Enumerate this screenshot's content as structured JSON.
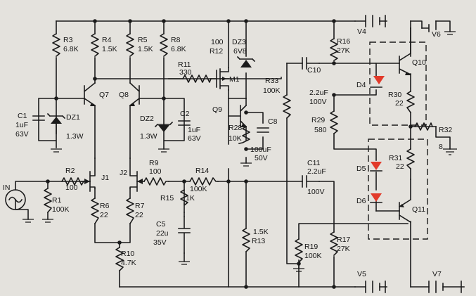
{
  "colors": {
    "background": "#e4e2dd",
    "ink": "#1b1b1b",
    "led": "#e23a2a"
  },
  "components": {
    "r1": {
      "name": "R1",
      "value": "100K"
    },
    "r2": {
      "name": "R2",
      "value": "100"
    },
    "r3": {
      "name": "R3",
      "value": "6.8K"
    },
    "r4": {
      "name": "R4",
      "value": "1.5K"
    },
    "r5": {
      "name": "R5",
      "value": "1.5K"
    },
    "r6": {
      "name": "R6",
      "value": "22"
    },
    "r7": {
      "name": "R7",
      "value": "22"
    },
    "r8": {
      "name": "R8",
      "value": "6.8K"
    },
    "r9": {
      "name": "R9",
      "value": "100"
    },
    "r10": {
      "name": "R10",
      "value": "4.7K"
    },
    "r11": {
      "name": "R11",
      "value": "330"
    },
    "r12": {
      "name": "R12",
      "value": "100"
    },
    "r13": {
      "name": "R13",
      "value": "1.5K"
    },
    "r14": {
      "name": "R14",
      "value": "100K"
    },
    "r15": {
      "name": "R15",
      "value": "1K"
    },
    "r16": {
      "name": "R16",
      "value": "27K"
    },
    "r17": {
      "name": "R17",
      "value": "27K"
    },
    "r19": {
      "name": "R19",
      "value": "100K"
    },
    "r28": {
      "name": "R28",
      "value": "10K"
    },
    "r29": {
      "name": "R29",
      "value": "580"
    },
    "r30": {
      "name": "R30",
      "value": "22"
    },
    "r31": {
      "name": "R31",
      "value": "22"
    },
    "r32": {
      "name": "R32",
      "value": "8"
    },
    "r33": {
      "name": "R33",
      "value": "100K"
    },
    "c1": {
      "name": "C1",
      "value": "1uF",
      "voltage": "63V"
    },
    "c2": {
      "name": "C2",
      "value": "1uF",
      "voltage": "63V"
    },
    "c5": {
      "name": "C5",
      "value": "22u",
      "voltage": "35V"
    },
    "c8": {
      "name": "C8",
      "value": "100uF",
      "voltage": "50V"
    },
    "c10": {
      "name": "C10",
      "value": "2.2uF",
      "voltage": "100V"
    },
    "c11": {
      "name": "C11",
      "value": "2.2uF",
      "voltage": "100V"
    },
    "dz1": {
      "name": "DZ1",
      "value": "1.3W"
    },
    "dz2": {
      "name": "DZ2",
      "value": "1.3W"
    },
    "dz3": {
      "name": "DZ3",
      "value": "6V8"
    },
    "d4": {
      "name": "D4"
    },
    "d5": {
      "name": "D5"
    },
    "d6": {
      "name": "D6"
    },
    "q7": {
      "name": "Q7"
    },
    "q8": {
      "name": "Q8"
    },
    "q9": {
      "name": "Q9"
    },
    "q10": {
      "name": "Q10"
    },
    "q11": {
      "name": "Q11"
    },
    "m1": {
      "name": "M1"
    },
    "j1": {
      "name": "J1"
    },
    "j2": {
      "name": "J2"
    },
    "v4": {
      "name": "V4"
    },
    "v5": {
      "name": "V5"
    },
    "v6": {
      "name": "V6"
    },
    "v7": {
      "name": "V7"
    },
    "input": {
      "name": "IN"
    }
  }
}
